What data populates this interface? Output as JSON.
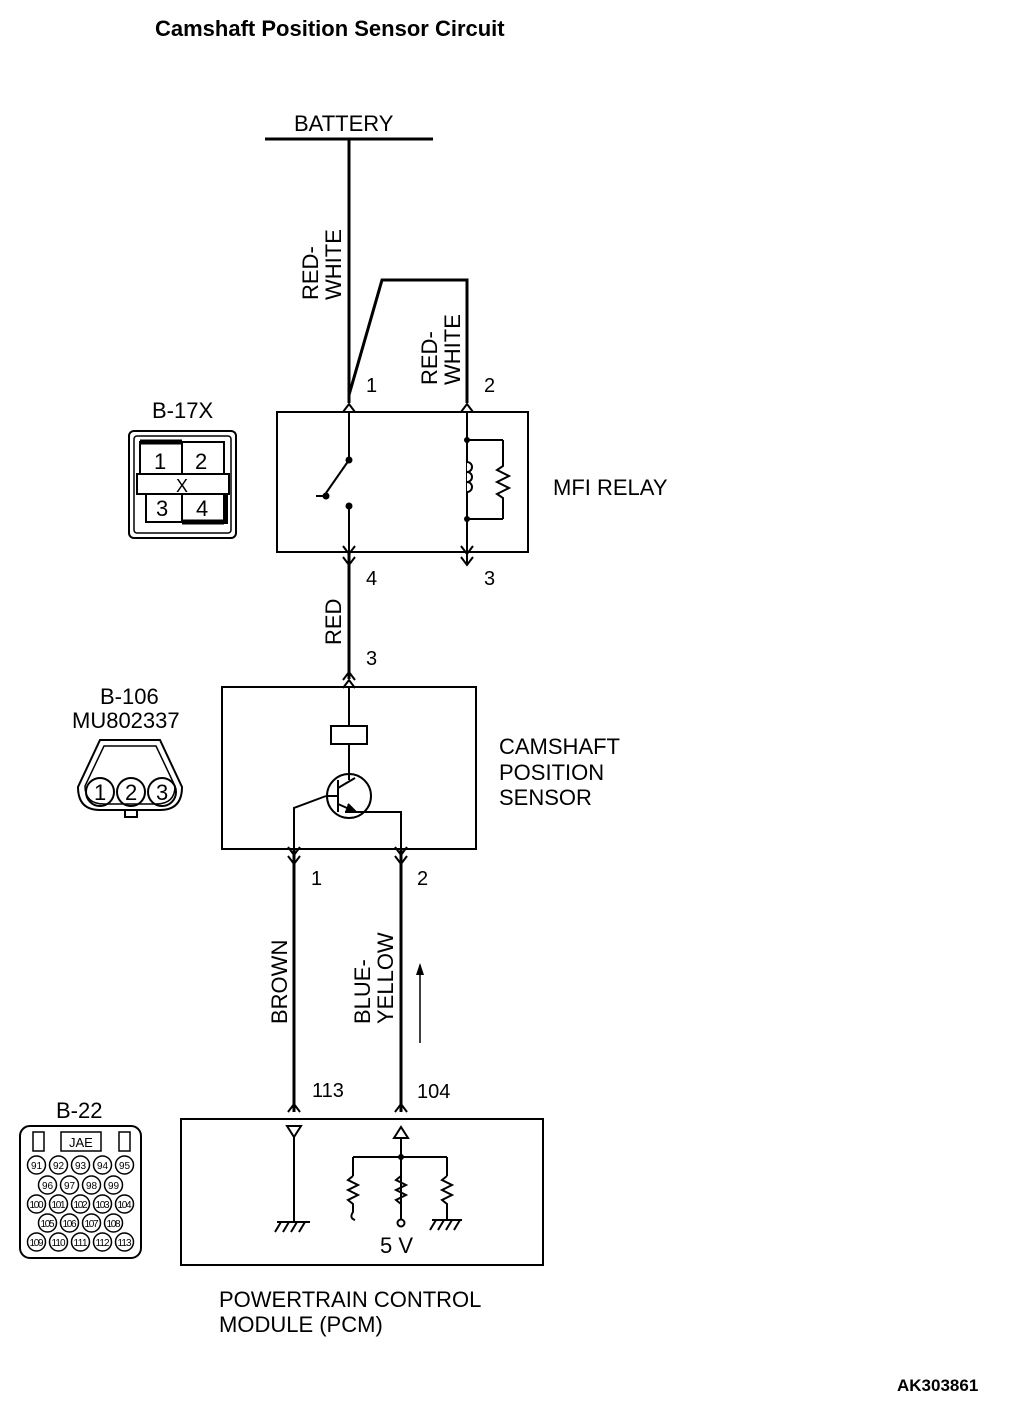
{
  "title": "Camshaft Position Sensor Circuit",
  "battery_label": "BATTERY",
  "wires": {
    "battery_to_relay": "RED-\nWHITE",
    "relay_pin2": "RED-\nWHITE",
    "relay_to_sensor": "RED",
    "ground": "BROWN",
    "signal": "BLUE-\nYELLOW"
  },
  "mfi_relay": {
    "label": "MFI RELAY",
    "pins": {
      "p1": "1",
      "p2": "2",
      "p3": "3",
      "p4": "4"
    }
  },
  "camshaft_sensor": {
    "label_lines": [
      "CAMSHAFT",
      "POSITION",
      "SENSOR"
    ],
    "pins": {
      "p1": "1",
      "p2": "2",
      "p3": "3"
    }
  },
  "pcm": {
    "label_lines": [
      "POWERTRAIN CONTROL",
      "MODULE (PCM)"
    ],
    "pins": {
      "p113": "113",
      "p104": "104"
    },
    "voltage": "5 V"
  },
  "connectors": {
    "b17x": {
      "name": "B-17X",
      "pins": [
        "1",
        "2",
        "3",
        "4"
      ],
      "mark": "X"
    },
    "b106": {
      "name": "B-106",
      "part": "MU802337",
      "pins": [
        "1",
        "2",
        "3"
      ]
    },
    "b22": {
      "name": "B-22",
      "maker": "JAE",
      "rows": [
        [
          "91",
          "92",
          "93",
          "94",
          "95"
        ],
        [
          "96",
          "97",
          "98",
          "99"
        ],
        [
          "100",
          "101",
          "102",
          "103",
          "104"
        ],
        [
          "105",
          "106",
          "107",
          "108"
        ],
        [
          "109",
          "110",
          "111",
          "112",
          "113"
        ]
      ]
    }
  },
  "figure_code": "AK303861"
}
